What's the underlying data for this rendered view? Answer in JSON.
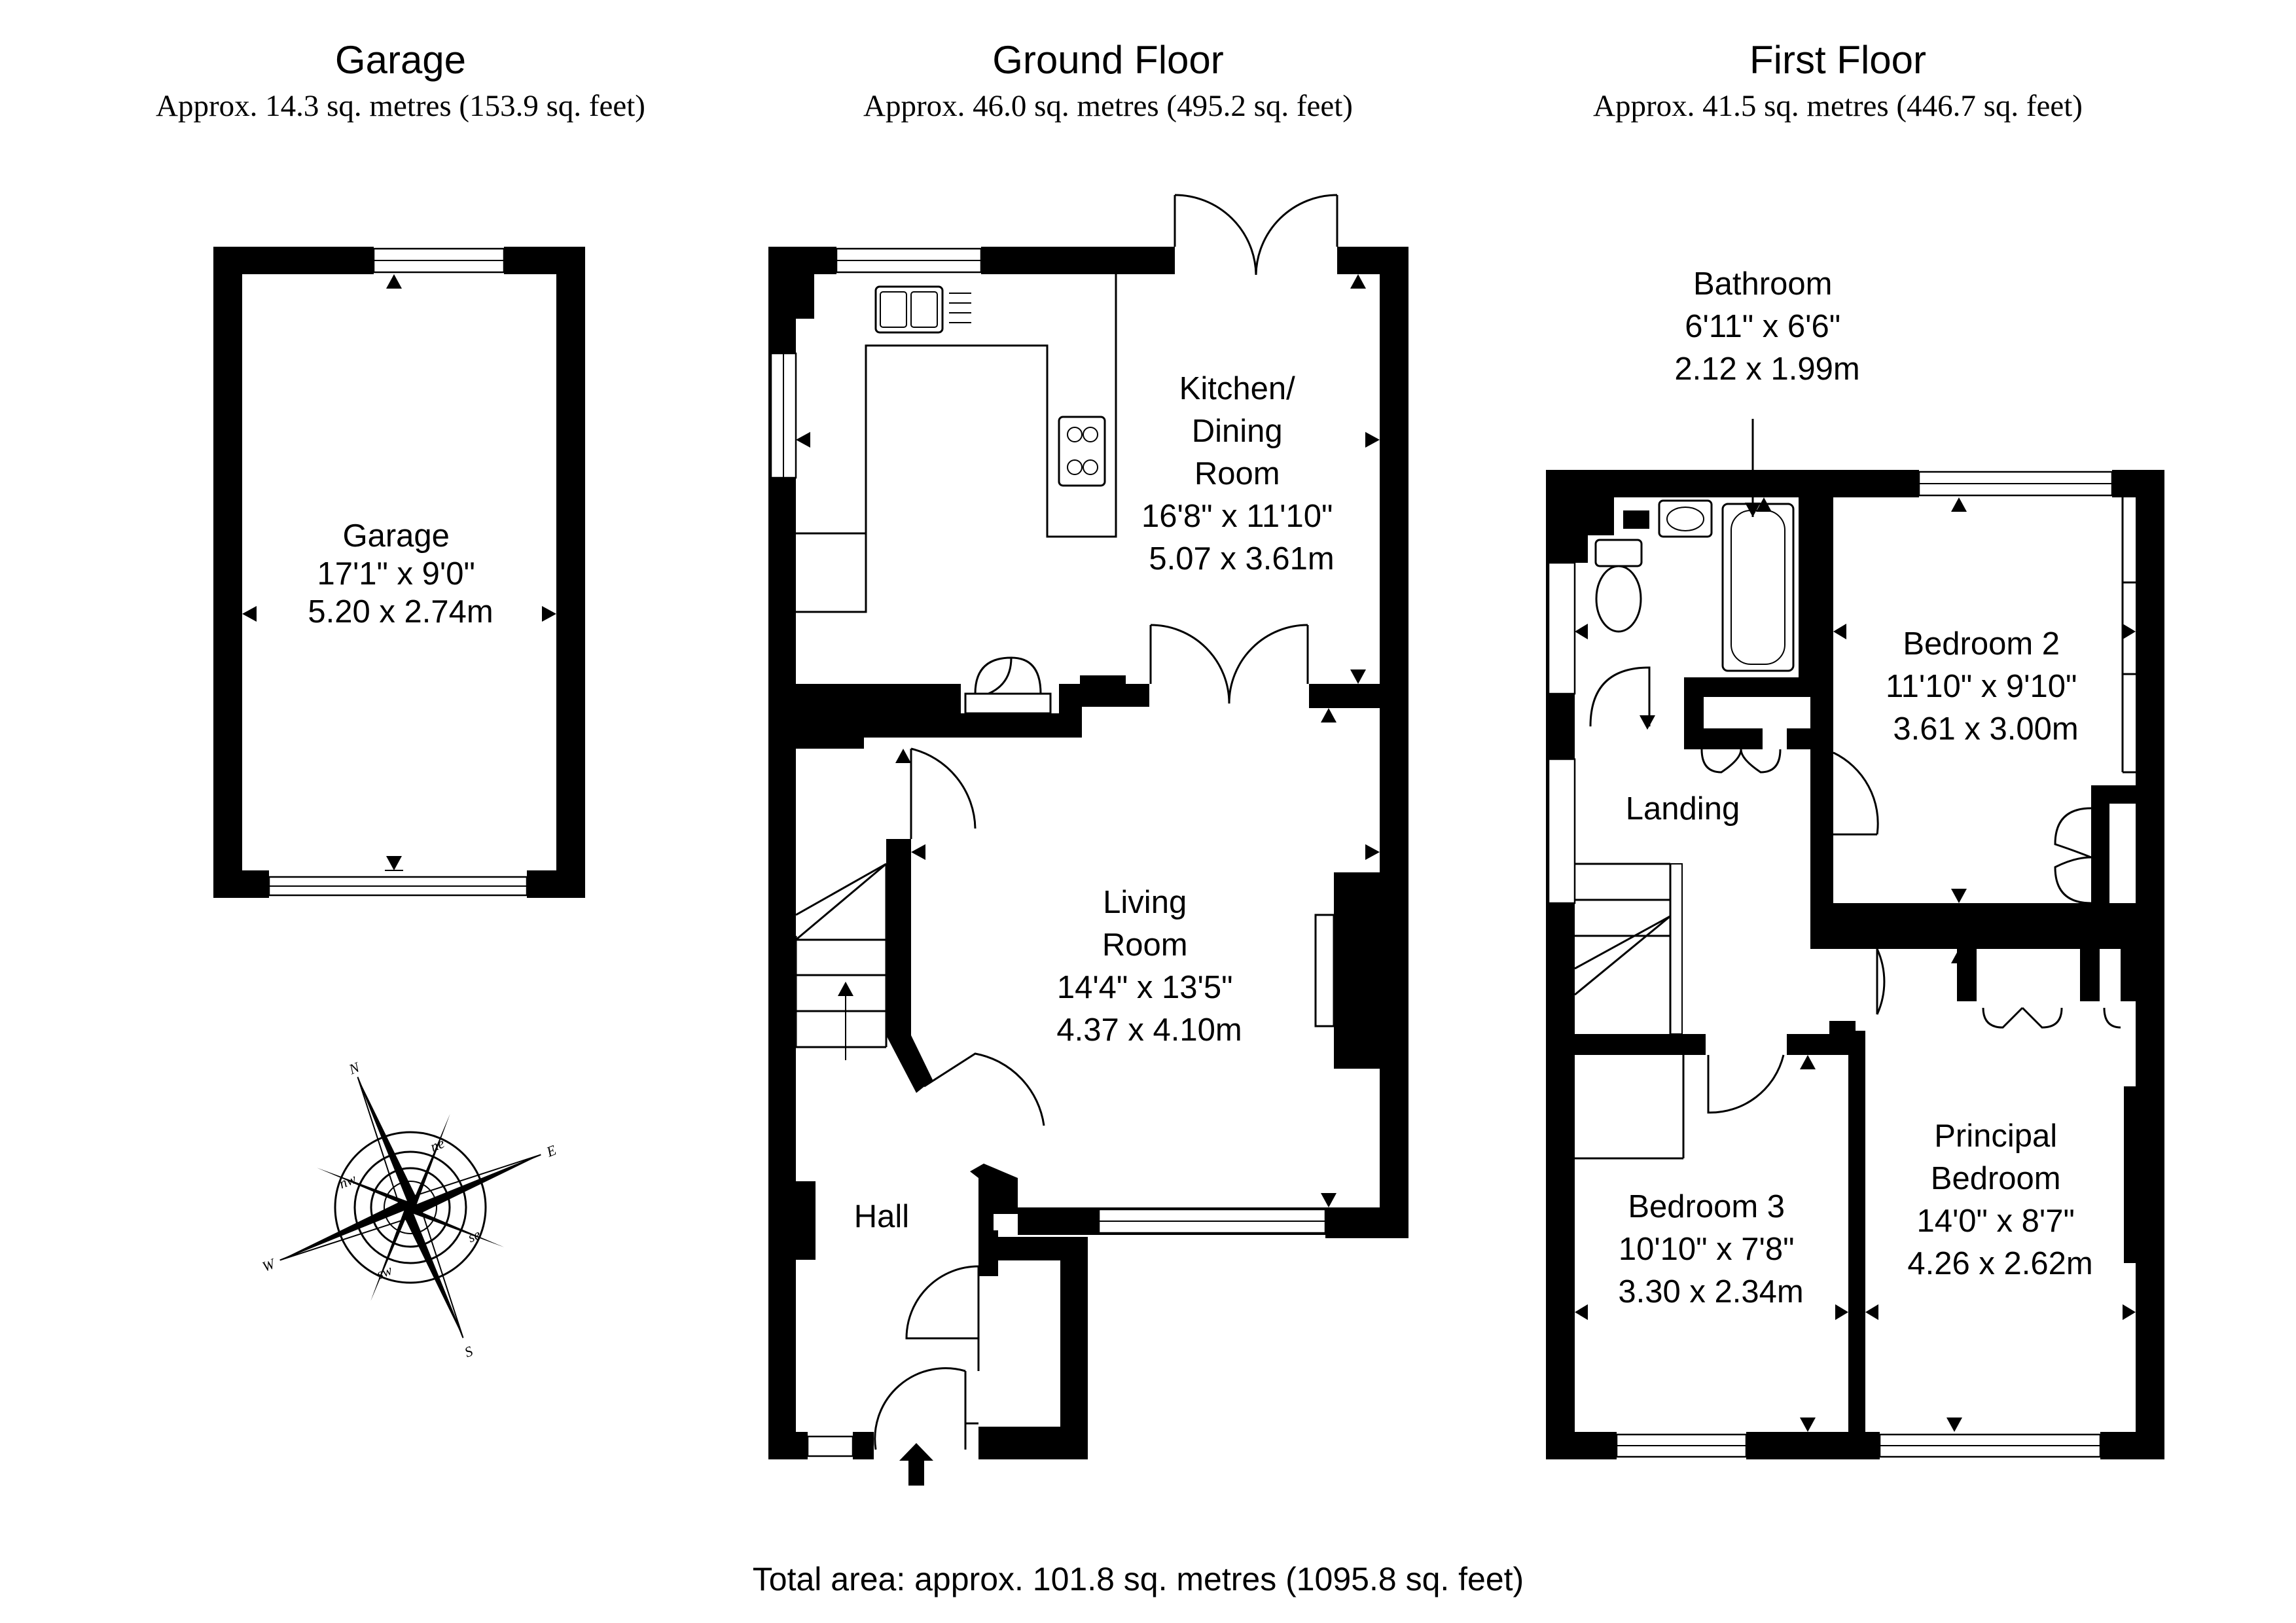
{
  "headers": {
    "garage": {
      "title": "Garage",
      "area": "Approx. 14.3 sq. metres (153.9 sq. feet)"
    },
    "ground": {
      "title": "Ground Floor",
      "area": "Approx. 46.0 sq. metres (495.2 sq. feet)"
    },
    "first": {
      "title": "First Floor",
      "area": "Approx. 41.5 sq. metres (446.7 sq. feet)"
    }
  },
  "rooms": {
    "garage": [
      "Garage",
      "17'1\" x 9'0\"",
      "5.20 x 2.74m"
    ],
    "kitchen": [
      "Kitchen/",
      "Dining",
      "Room",
      "16'8\" x 11'10\"",
      "5.07 x 3.61m"
    ],
    "living": [
      "Living",
      "Room",
      "14'4\" x 13'5\"",
      "4.37 x 4.10m"
    ],
    "hall": [
      "Hall"
    ],
    "bathroom": [
      "Bathroom",
      "6'11\" x 6'6\"",
      "2.12 x 1.99m"
    ],
    "bedroom2": [
      "Bedroom 2",
      "11'10\" x 9'10\"",
      "3.61 x 3.00m"
    ],
    "landing": [
      "Landing"
    ],
    "bedroom3": [
      "Bedroom 3",
      "10'10\" x 7'8\"",
      "3.30 x 2.34m"
    ],
    "principal": [
      "Principal",
      "Bedroom",
      "14'0\" x 8'7\"",
      "4.26 x 2.62m"
    ]
  },
  "compass": {
    "N": "N",
    "S": "S",
    "E": "E",
    "W": "W",
    "ne": "ne",
    "nw": "nw",
    "se": "se",
    "sw": "sw"
  },
  "total": "Total area: approx. 101.8 sq. metres (1095.8 sq. feet)"
}
